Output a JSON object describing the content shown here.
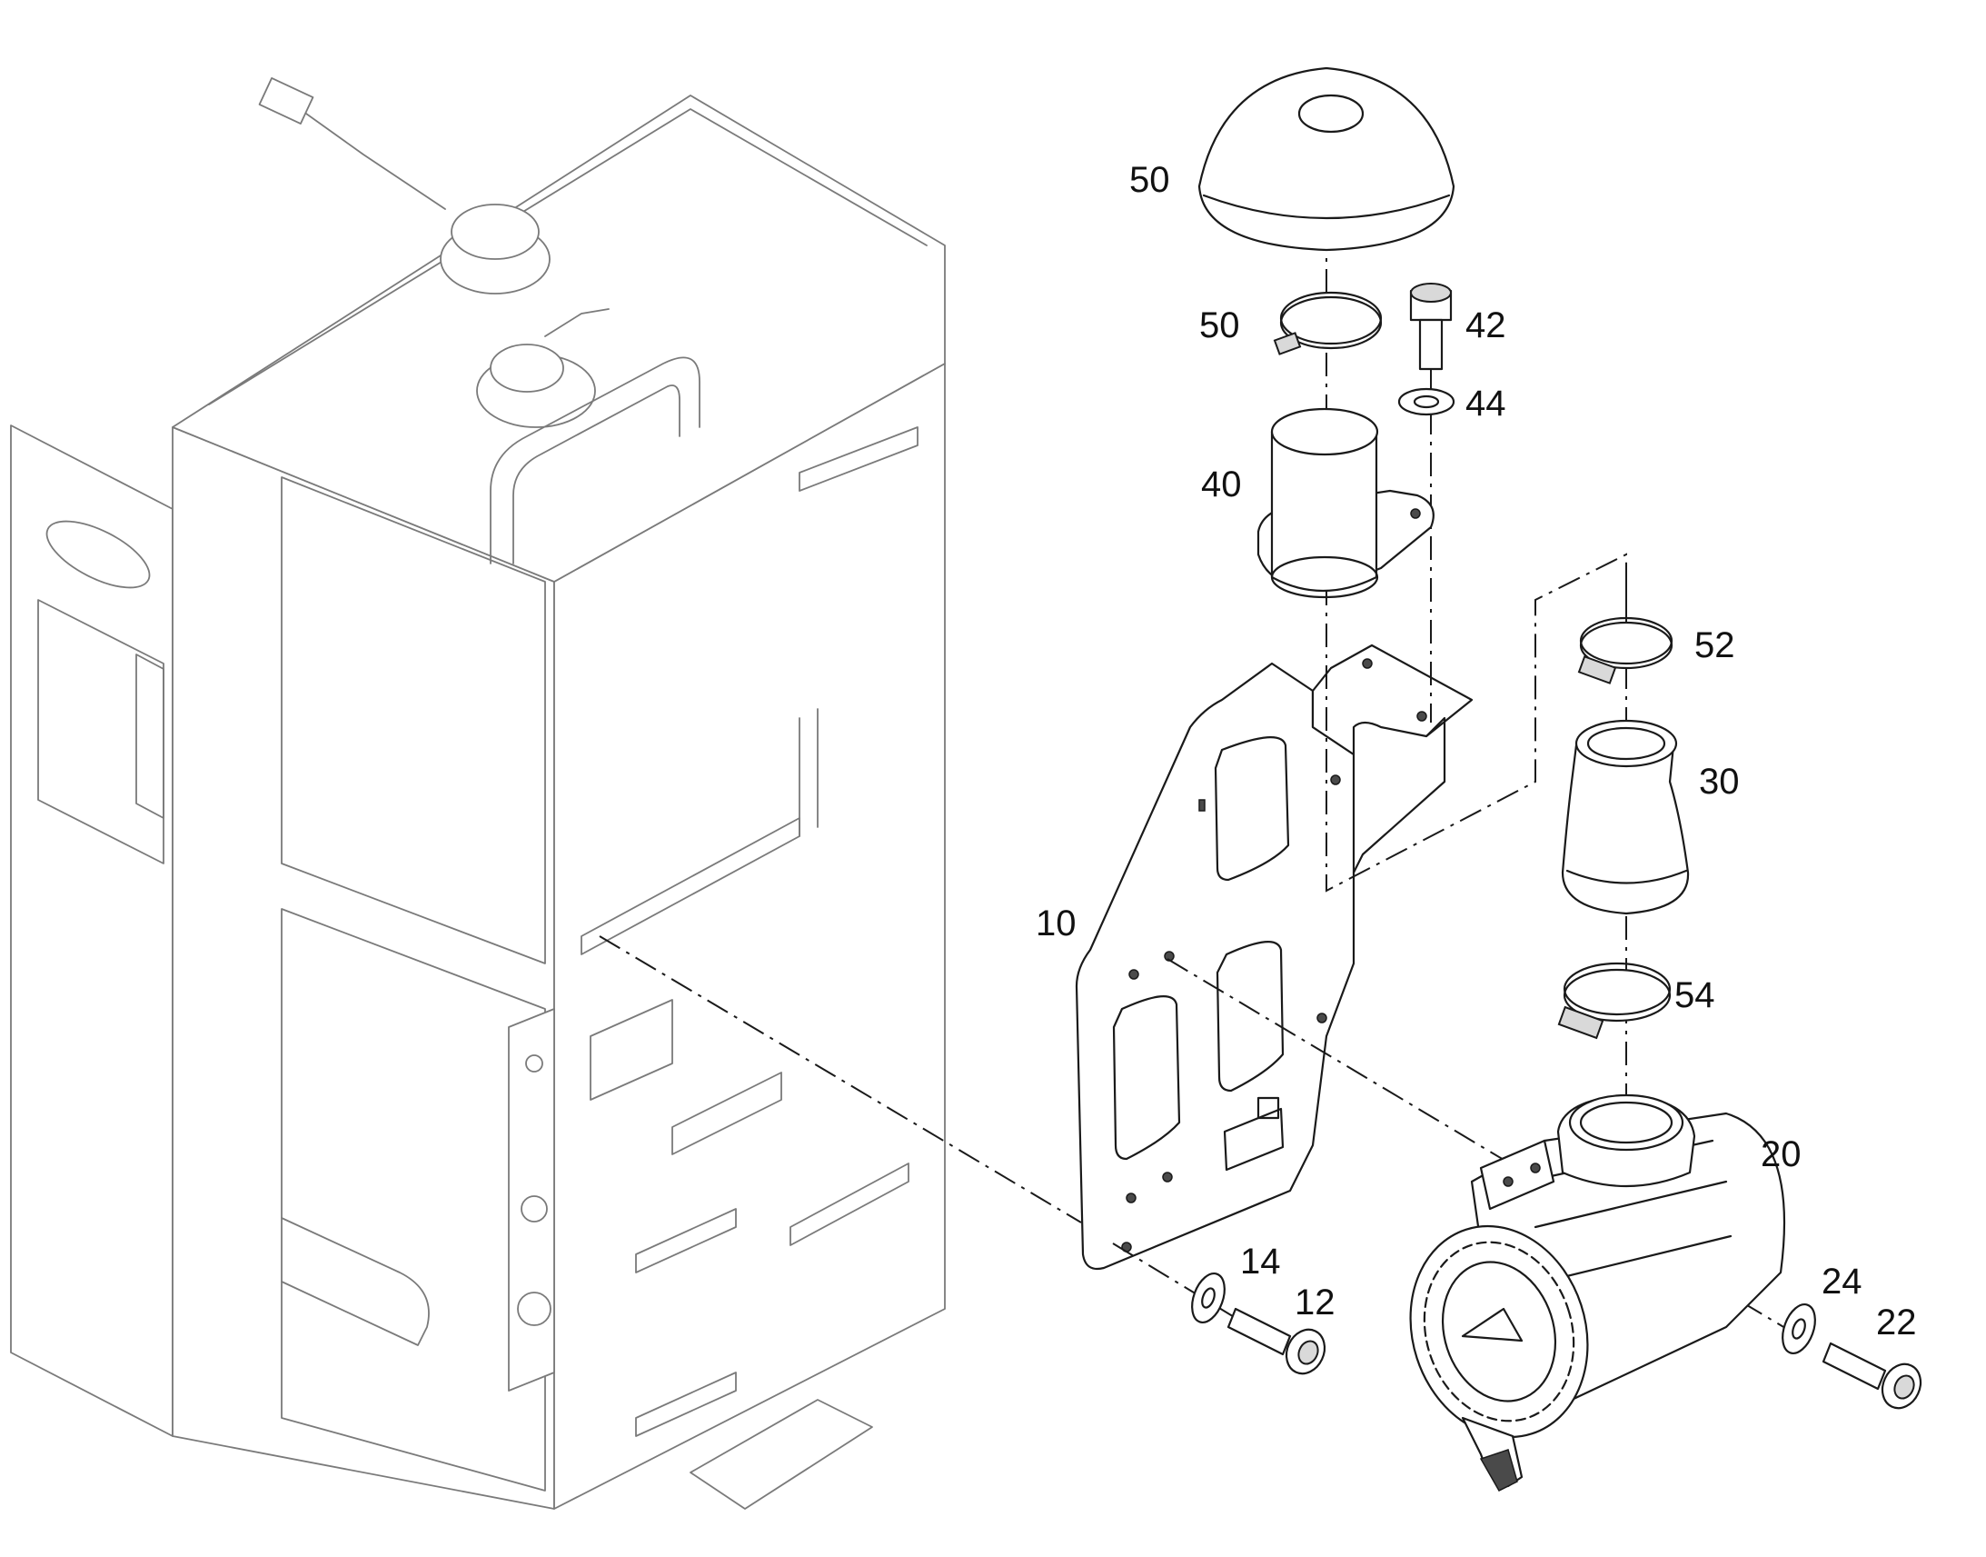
{
  "callouts": [
    {
      "label": "50"
    },
    {
      "label": "50"
    },
    {
      "label": "42"
    },
    {
      "label": "44"
    },
    {
      "label": "40"
    },
    {
      "label": "52"
    },
    {
      "label": "30"
    },
    {
      "label": "10"
    },
    {
      "label": "54"
    },
    {
      "label": "20"
    },
    {
      "label": "14"
    },
    {
      "label": "12"
    },
    {
      "label": "24"
    },
    {
      "label": "22"
    }
  ],
  "colors": {
    "line": "#1a1a1a",
    "ghost_line": "#7a7a7a",
    "fill": "#d9d9d9",
    "background": "#ffffff"
  }
}
